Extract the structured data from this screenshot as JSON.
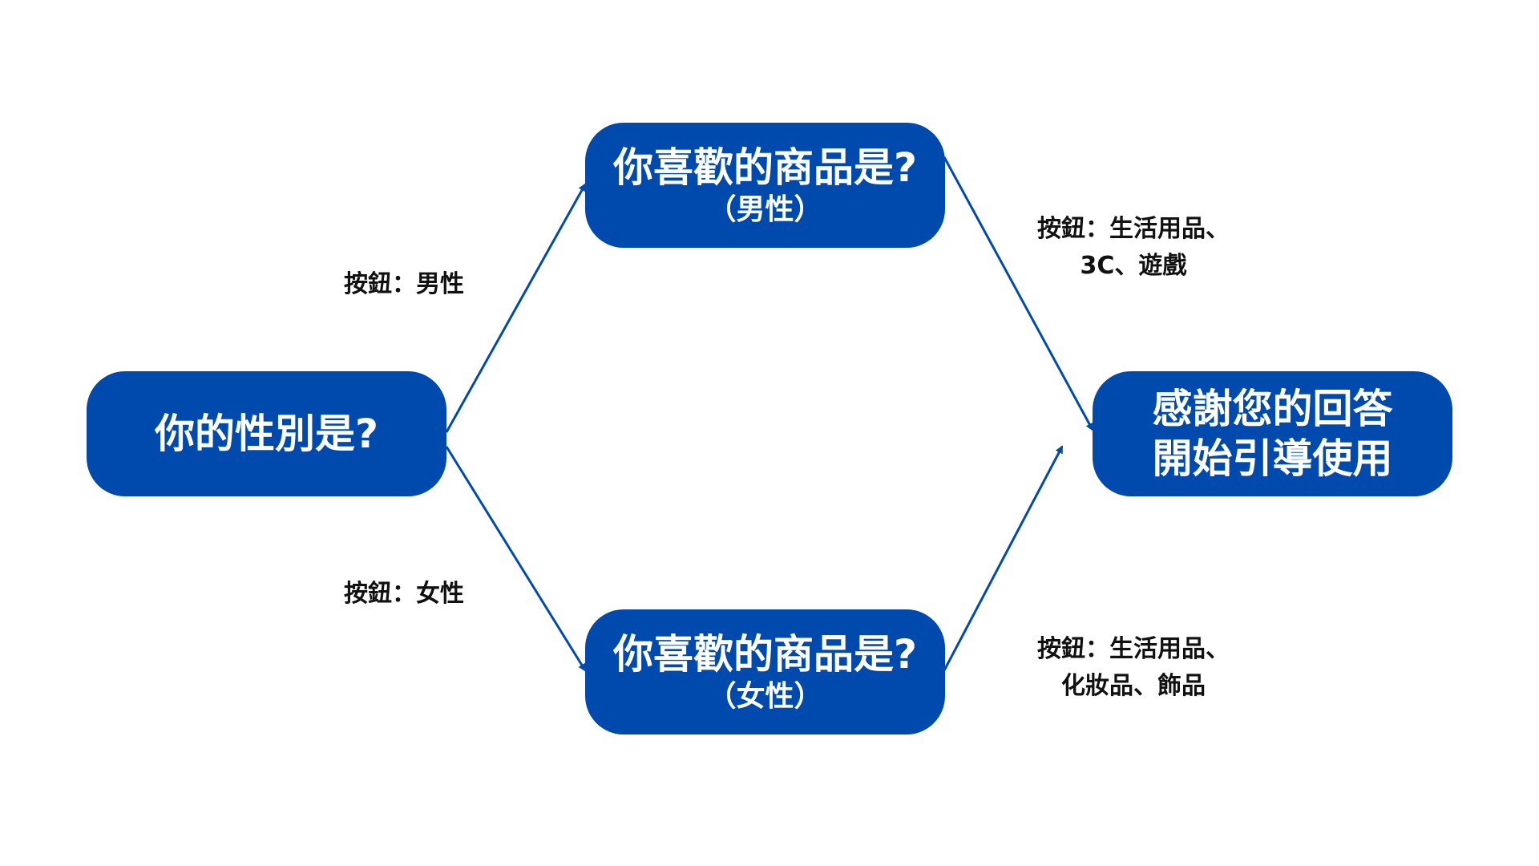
{
  "colors": {
    "node": "#004aad",
    "edge": "#004aad",
    "label": "#111111"
  },
  "nodes": {
    "gender": {
      "title": "你的性別是?"
    },
    "male_product": {
      "title": "你喜歡的商品是?",
      "sub": "（男性）"
    },
    "female_product": {
      "title": "你喜歡的商品是?",
      "sub": "（女性）"
    },
    "thanks": {
      "line1": "感謝您的回答",
      "line2": "開始引導使用"
    }
  },
  "edges": {
    "male": "按鈕：男性",
    "female": "按鈕：女性",
    "male_options": {
      "line1": "按鈕：生活用品、",
      "line2": "3C、遊戲"
    },
    "female_options": {
      "line1": "按鈕：生活用品、",
      "line2": "化妝品、飾品"
    }
  }
}
